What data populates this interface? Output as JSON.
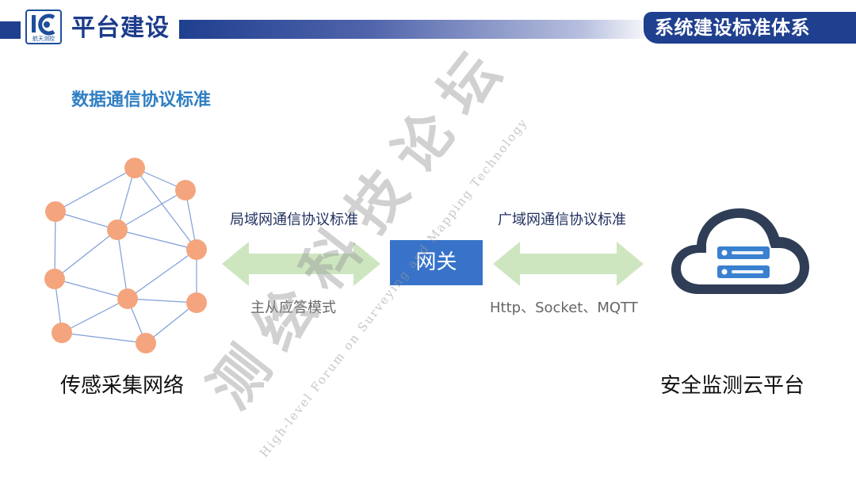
{
  "header": {
    "logo_caption": "航天测控",
    "title": "平台建设",
    "section_tab": "系统建设标准体系"
  },
  "subtitle": "数据通信协议标准",
  "diagram": {
    "left_arrow_label": "局域网通信协议标准",
    "left_arrow_caption": "主从应答模式",
    "gateway_label": "网关",
    "right_arrow_label": "广域网通信协议标准",
    "right_arrow_caption": "Http、Socket、MQTT",
    "sensor_network_label": "传感采集网络",
    "cloud_platform_label": "安全监测云平台"
  },
  "watermark": {
    "chinese": "测绘科技论坛",
    "english": "High-level Forum on Surveying and Mapping Technology"
  },
  "colors": {
    "brand_navy": "#1f3f8f",
    "subtitle_blue": "#2f7fc3",
    "gateway_blue": "#3873c9",
    "node_orange": "#f4a57d",
    "edge_blue": "#7f9fd8",
    "arrow_green": "#cde6c0",
    "cloud_dark": "#2f3e56",
    "cloud_server_blue": "#3a80d0"
  },
  "icons": {
    "logo": "company-logo-icon",
    "network": "sensor-network-icon",
    "cloud": "cloud-server-icon"
  }
}
